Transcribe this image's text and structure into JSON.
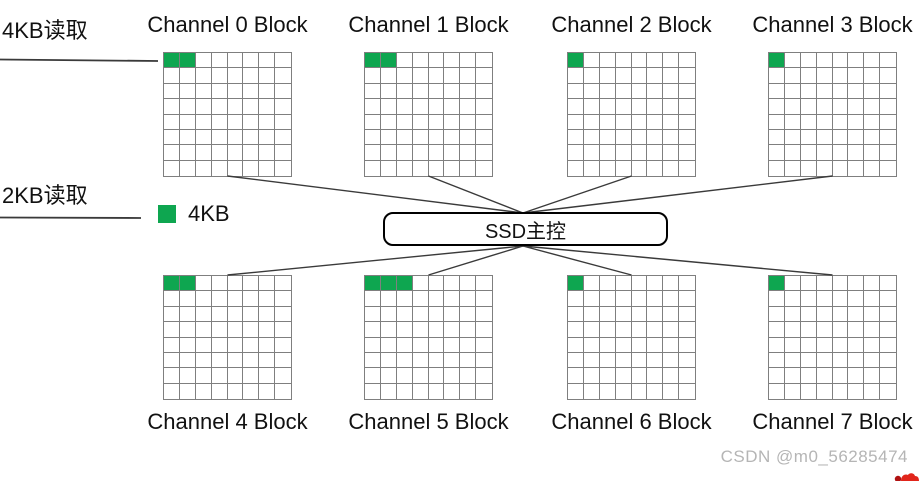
{
  "labels": {
    "read_4kb": "4KB读取",
    "read_2kb": "2KB读取"
  },
  "legend": {
    "label": "4KB"
  },
  "controller": {
    "label": "SSD主控"
  },
  "grid": {
    "rows": 8,
    "cols": 8
  },
  "channels": [
    {
      "label": "Channel 0 Block",
      "filled_cells": 2
    },
    {
      "label": "Channel 1 Block",
      "filled_cells": 2
    },
    {
      "label": "Channel 2 Block",
      "filled_cells": 1
    },
    {
      "label": "Channel 3 Block",
      "filled_cells": 1
    },
    {
      "label": "Channel 4 Block",
      "filled_cells": 2
    },
    {
      "label": "Channel 5 Block",
      "filled_cells": 3
    },
    {
      "label": "Channel 6 Block",
      "filled_cells": 1
    },
    {
      "label": "Channel 7 Block",
      "filled_cells": 1
    }
  ],
  "colors": {
    "filled_cell": "#0ea650",
    "grid_line": "#7f7f7f",
    "connector": "#3a3a3a",
    "text": "#111111",
    "watermark": "#b5b5b5",
    "logo_red": "#e1251b"
  },
  "watermark": {
    "text": "CSDN @m0_56285474"
  }
}
